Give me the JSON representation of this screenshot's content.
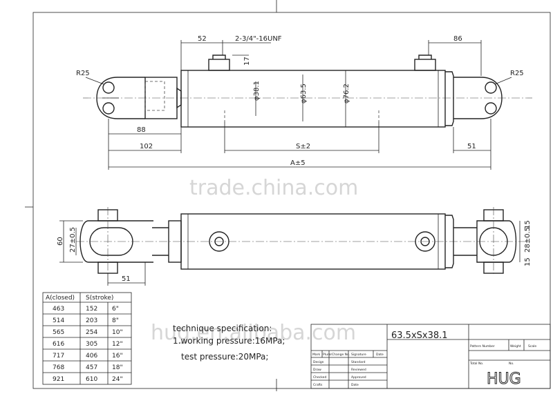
{
  "watermarks": {
    "top": "trade.china.com",
    "bottom": "hug.en.alibaba.com"
  },
  "dims": {
    "d52": "52",
    "thread": "2-3/4\"-16UNF",
    "d17": "17",
    "d86": "86",
    "r25_left": "R25",
    "r25_right": "R25",
    "d38": "φ38.1",
    "d63": "φ63.5",
    "d76": "φ76.2",
    "d88": "88",
    "d102": "102",
    "d51_top": "51",
    "stroke": "S±2",
    "overall": "A±5",
    "d60": "60",
    "d27": "27±0.5",
    "d51_bottom": "51",
    "d15a": "15",
    "d28": "28±0.5",
    "d15b": "15"
  },
  "table": {
    "headers": [
      "A(closed)",
      "S(stroke)"
    ],
    "rows": [
      [
        "463",
        "152",
        "6\""
      ],
      [
        "514",
        "203",
        "8\""
      ],
      [
        "565",
        "254",
        "10\""
      ],
      [
        "616",
        "305",
        "12\""
      ],
      [
        "717",
        "406",
        "16\""
      ],
      [
        "768",
        "457",
        "18\""
      ],
      [
        "921",
        "610",
        "24\""
      ]
    ]
  },
  "spec": {
    "title": "technique specification:",
    "line1": "1.working pressure:16MPa;",
    "line2": "test pressure:20MPa;"
  },
  "model": "63.5xSx38.1",
  "title_block": {
    "rev_headers": [
      "Mark",
      "Plural",
      "Change No.",
      "Signature",
      "Date"
    ],
    "left_rows": [
      "Design",
      "Draw",
      "Checked",
      "Crafts"
    ],
    "mid_rows": [
      "Standard",
      "Reviewed",
      "Approved",
      "Date"
    ],
    "right_headers": [
      "Pattern Number",
      "Weight",
      "Scale"
    ],
    "total_label": "Total No.",
    "no_label": "No.",
    "logo": "HUG"
  }
}
